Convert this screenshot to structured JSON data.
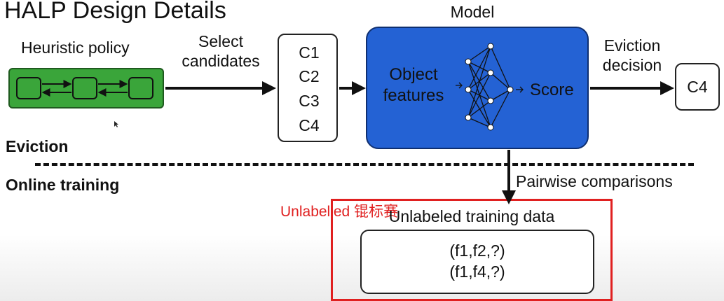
{
  "title": "HALP Design Details",
  "heuristic_label": "Heuristic policy",
  "select_label_line1": "Select",
  "select_label_line2": "candidates",
  "candidates": [
    "C1",
    "C2",
    "C3",
    "C4"
  ],
  "model_label": "Model",
  "object_label_line1": "Object",
  "object_label_line2": "features",
  "score_label": "Score",
  "eviction_decision_line1": "Eviction",
  "eviction_decision_line2": "decision",
  "result": "C4",
  "eviction_section": "Eviction",
  "online_training_section": "Online training",
  "pairwise_label": "Pairwise comparisons",
  "annotation": "Unlabelled 锟标赛",
  "unlabeled_title": "Unlabeled training data",
  "data_rows": [
    "(f1,f2,?)",
    "(f1,f4,?)"
  ],
  "colors": {
    "policy": "#3aa53a",
    "model": "#2462d4",
    "annotation": "#e02020"
  }
}
